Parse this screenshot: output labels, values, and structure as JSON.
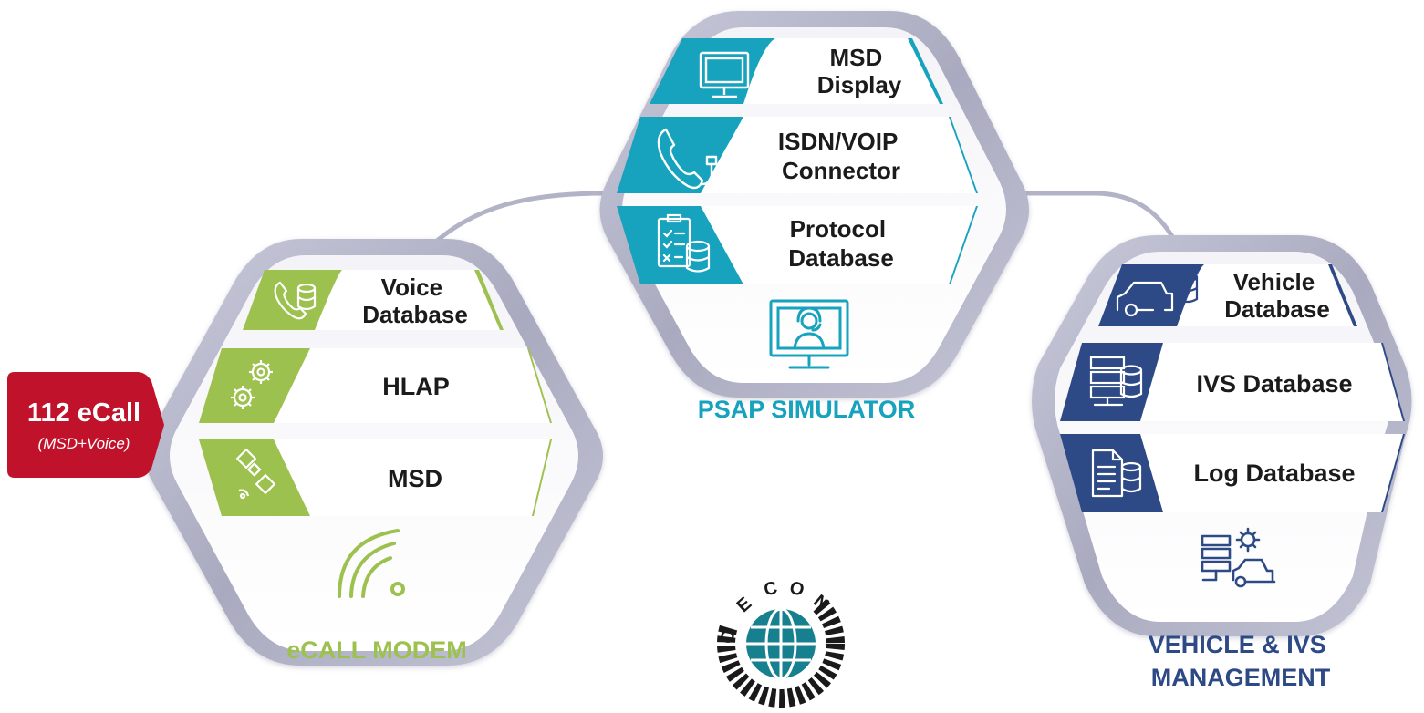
{
  "colors": {
    "green": "#9dc14f",
    "teal": "#17a2bd",
    "navy": "#2e4a86",
    "red": "#c0122a",
    "hex_frame": "#b7b8cb",
    "connector": "#b2b3c6"
  },
  "ecall_badge": {
    "title": "112 eCall",
    "subtitle": "(MSD+Voice)"
  },
  "modem": {
    "title": "eCALL MODEM",
    "rows": [
      {
        "label_lines": [
          "Voice",
          "Database"
        ],
        "icon": "phone-database-icon"
      },
      {
        "label_lines": [
          "HLAP"
        ],
        "icon": "gears-icon"
      },
      {
        "label_lines": [
          "MSD"
        ],
        "icon": "satellite-icon"
      }
    ],
    "footer_icon": "wireless-signal-icon"
  },
  "psap": {
    "title": "PSAP SIMULATOR",
    "rows": [
      {
        "label_lines": [
          "MSD",
          "Display"
        ],
        "icon": "monitor-icon"
      },
      {
        "label_lines": [
          "ISDN/VOIP",
          "Connector"
        ],
        "icon": "phone-cable-icon"
      },
      {
        "label_lines": [
          "Protocol",
          "Database"
        ],
        "icon": "checklist-database-icon"
      }
    ],
    "footer_icon": "operator-monitor-icon"
  },
  "vehicle": {
    "title_lines": [
      "VEHICLE & IVS",
      "MANAGEMENT"
    ],
    "rows": [
      {
        "label_lines": [
          "Vehicle",
          "Database"
        ],
        "icon": "car-database-icon"
      },
      {
        "label_lines": [
          "IVS Database"
        ],
        "icon": "server-database-icon"
      },
      {
        "label_lines": [
          "Log Database"
        ],
        "icon": "document-database-icon"
      }
    ],
    "footer_icon": "server-gear-car-icon"
  },
  "logo": {
    "ring_text": "OECON",
    "icon": "globe-icon"
  }
}
